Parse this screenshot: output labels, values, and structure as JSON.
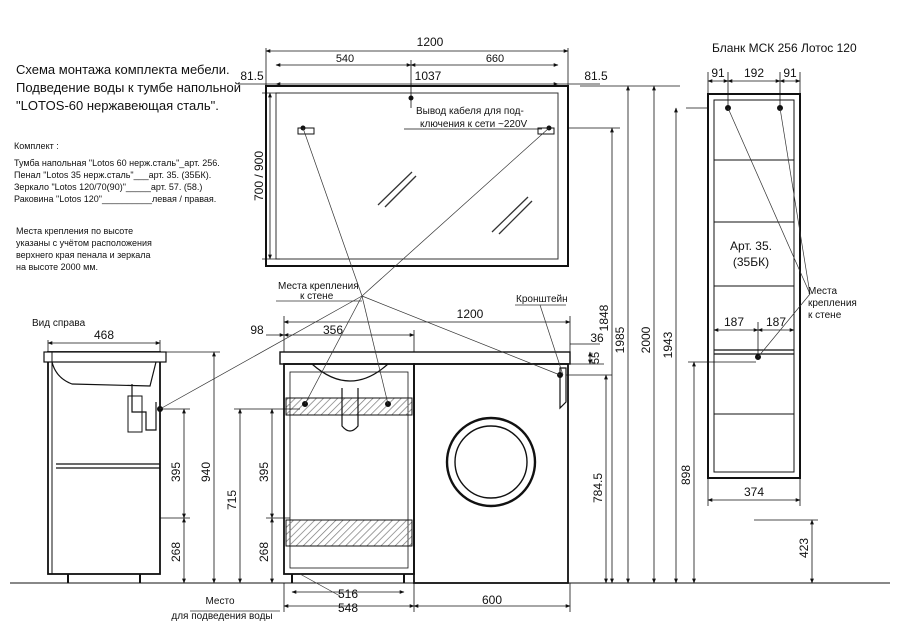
{
  "form_title": "Бланк МСК 256 Лотос 120",
  "scheme_title": [
    "Схема монтажа комплекта мебели.",
    "Подведение воды к тумбе напольной",
    "\"LOTOS-60 нержавеющая сталь\"."
  ],
  "kit": {
    "heading": "Комплект :",
    "items": [
      "Тумба напольная \"Lotos 60 нерж.сталь\"_арт. 256.",
      "Пенал \"Lotos 35 нерж.сталь\"___арт. 35. (35БК).",
      "Зеркало \"Lotos 120/70(90)\"_____арт. 57. (58.)",
      "Раковина \"Lotos 120\"__________левая / правая."
    ]
  },
  "mount_note": [
    "Места крепления по высоте",
    "указаны с учётом расположения",
    "верхнего края пенала и зеркала",
    "на высоте 2000 мм."
  ],
  "labels": {
    "side_view": "Вид справа",
    "cable": [
      "Вывод кабеля для под-",
      "ключения к сети ~220V"
    ],
    "mount_points_wall": [
      "Места крепления",
      "к стене"
    ],
    "bracket": "Кронштейн",
    "pencil_art": [
      "Арт. 35.",
      "(35БК)"
    ],
    "pencil_mount": [
      "Места",
      "крепления",
      "к стене"
    ],
    "water_place": [
      "Место",
      "для подведения воды"
    ]
  },
  "dims": {
    "mirror_width": "1200",
    "mirror_left": "540",
    "mirror_right": "660",
    "mirror_off_left": "81.5",
    "mirror_off_right": "81.5",
    "mirror_inner": "1037",
    "mirror_height": "700 / 900",
    "pencil_parts": [
      "91",
      "192",
      "91"
    ],
    "pencil_187a": "187",
    "pencil_187b": "187",
    "pencil_width": "374",
    "pencil_floor": "423",
    "pencil_height": "898",
    "h1848": "1848",
    "h1985": "1985",
    "h2000": "2000",
    "h1943": "1943",
    "side_depth": "468",
    "side_395": "395",
    "side_268": "268",
    "side_940": "940",
    "front_98": "98",
    "front_356": "356",
    "front_1200": "1200",
    "front_36": "36",
    "front_55": "55",
    "front_715": "715",
    "front_395": "395",
    "front_268": "268",
    "front_7845": "784.5",
    "front_516": "516",
    "front_548": "548",
    "front_600": "600"
  }
}
